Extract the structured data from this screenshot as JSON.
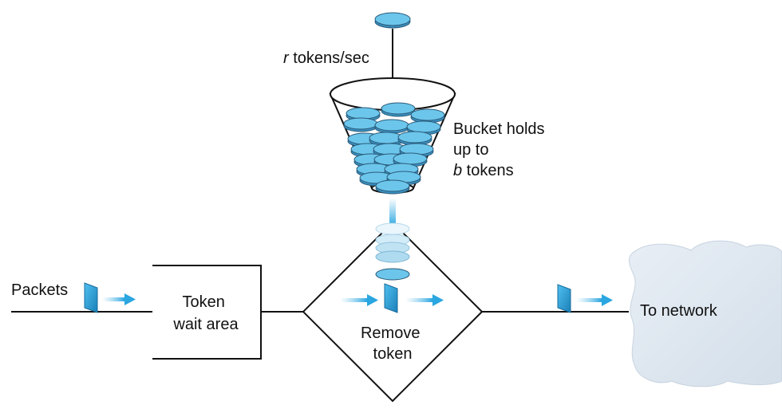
{
  "rate_label": {
    "symbol": "r",
    "text": " tokens/sec"
  },
  "bucket_label": {
    "line1": "Bucket holds",
    "line2": "up to",
    "line3_symbol": "b",
    "line3_text": " tokens"
  },
  "packets_label": "Packets",
  "wait_area": {
    "line1": "Token",
    "line2": "wait area"
  },
  "remove_token": {
    "line1": "Remove",
    "line2": "token"
  },
  "network_label": "To network",
  "colors": {
    "token_fill": "#6cc6ec",
    "token_stroke": "#2a5a78",
    "arrow_blue": "#2aa6e0",
    "packet_blue": "#2b9fd8",
    "cloud_fill": "#dfe8f1",
    "line": "#111111"
  }
}
